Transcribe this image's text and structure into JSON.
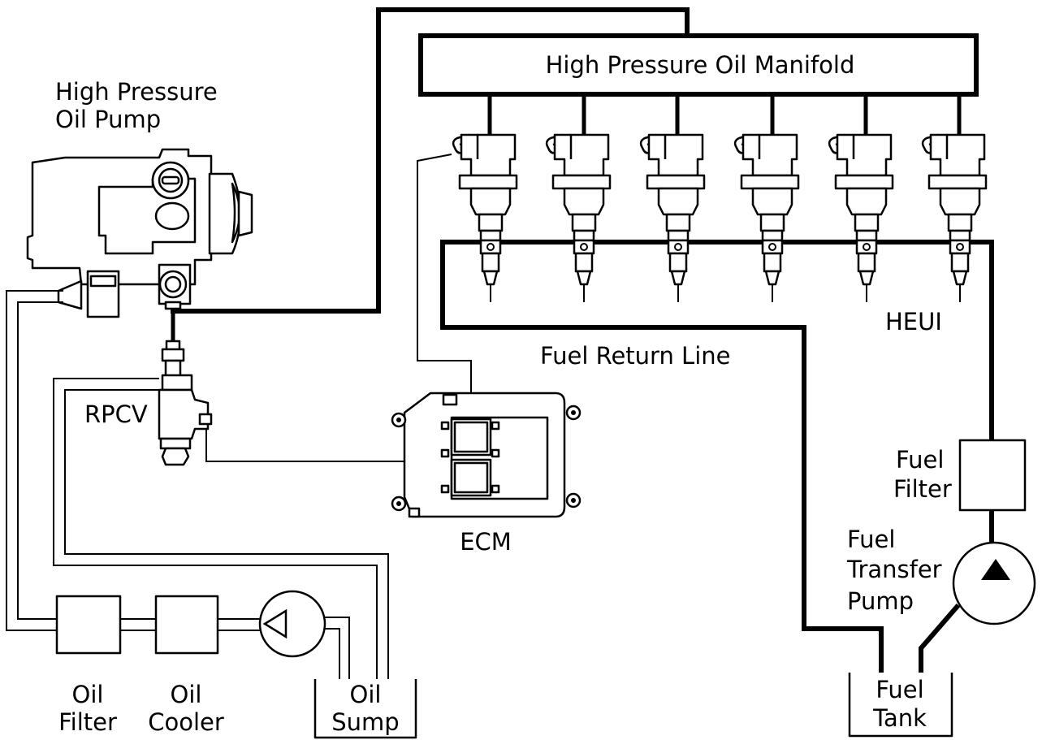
{
  "labels": {
    "manifold": "High Pressure Oil Manifold",
    "pump_line1": "High Pressure",
    "pump_line2": "Oil Pump",
    "rpcv": "RPCV",
    "ecm": "ECM",
    "heui": "HEUI",
    "return_line": "Fuel Return Line",
    "fuel_filter_line1": "Fuel",
    "fuel_filter_line2": "Filter",
    "transfer_line1": "Fuel",
    "transfer_line2": "Transfer",
    "transfer_line3": "Pump",
    "oil_filter_line1": "Oil",
    "oil_filter_line2": "Filter",
    "oil_cooler_line1": "Oil",
    "oil_cooler_line2": "Cooler",
    "sump_line1": "Oil",
    "sump_line2": "Sump",
    "tank_line1": "Fuel",
    "tank_line2": "Tank"
  },
  "injector_count": 6
}
